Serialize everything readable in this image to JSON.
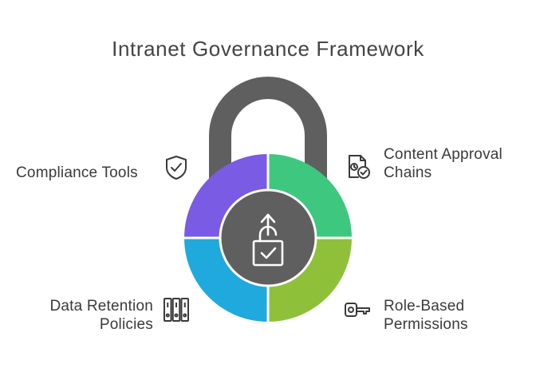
{
  "title": "Intranet Governance Framework",
  "segments": [
    {
      "id": "compliance",
      "lines": [
        "Compliance Tools"
      ],
      "color": "#7a5be3",
      "icon": "shield-check-icon"
    },
    {
      "id": "content",
      "lines": [
        "Content Approval",
        "Chains"
      ],
      "color": "#3ec77f",
      "icon": "document-check-icon"
    },
    {
      "id": "retention",
      "lines": [
        "Data Retention",
        "Policies"
      ],
      "color": "#1fa9dc",
      "icon": "binders-icon"
    },
    {
      "id": "role",
      "lines": [
        "Role-Based",
        "Permissions"
      ],
      "color": "#8fc03a",
      "icon": "key-icon"
    }
  ],
  "colors": {
    "shackle": "#5f5f5f",
    "core": "#5f5f5f",
    "text": "#3a3a3a"
  },
  "center_icon": "unlocked-padlock-icon"
}
